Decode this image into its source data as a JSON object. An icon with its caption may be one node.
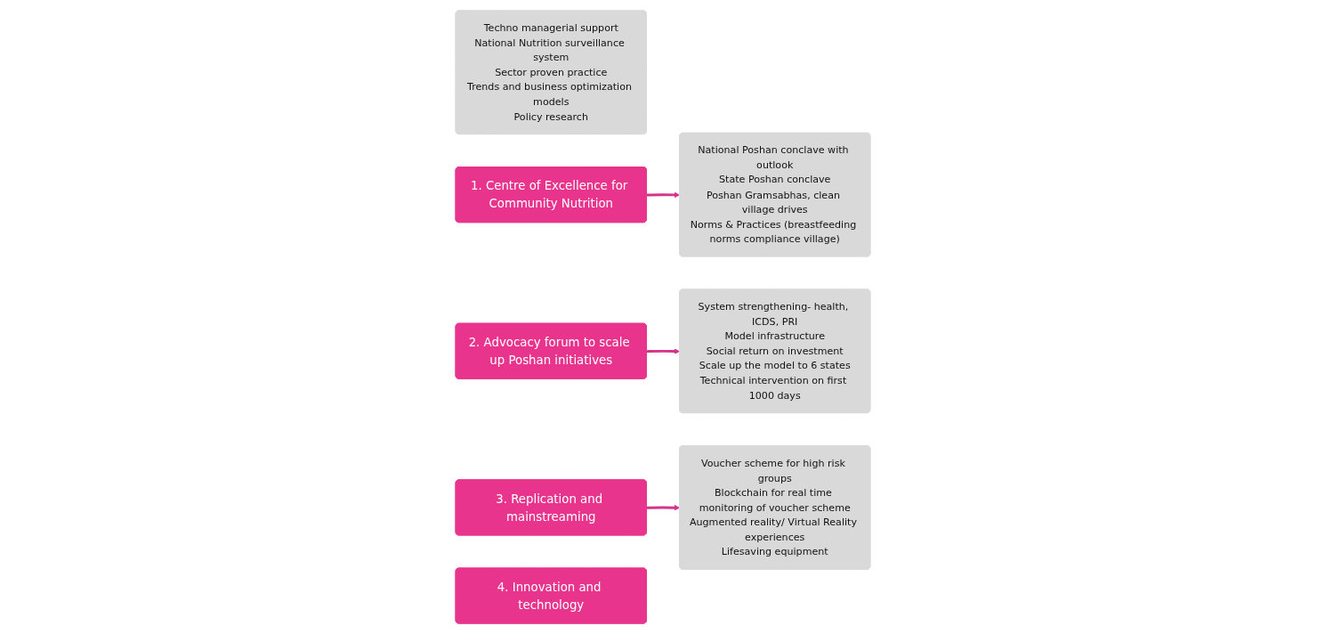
{
  "diagram": {
    "nodes": [
      {
        "text": [
          "Techno managerial support",
          "National Nutrition surveillance system",
          "Sector proven practice",
          "Trends and business optimization models",
          "Policy research"
        ]
      },
      {
        "text": [
          "1. Centre of Excellence for Community Nutrition"
        ]
      },
      {
        "text": [
          "2. Advocacy forum to scale up Poshan initiatives"
        ]
      },
      {
        "text": [
          "National Poshan conclave with outlook",
          "State Poshan conclave",
          "Poshan Gramsabhas, clean village drives",
          "Norms & Practices (breastfeeding norms compliance village)"
        ]
      },
      {
        "text": [
          "System strengthening- health, ICDS, PRI",
          "Model infrastructure",
          "Social return on investment",
          "Scale up the model to 6 states",
          "Technical intervention on first 1000 days"
        ]
      },
      {
        "text": [
          "3. Replication and mainstreaming"
        ]
      },
      {
        "text": [
          "4. Innovation and technology"
        ]
      },
      {
        "text": [
          "Voucher scheme for high risk groups",
          "Blockchain for real time monitoring of voucher scheme",
          "Augmented reality/ Virtual Reality experiences",
          "Lifesaving equipment"
        ]
      }
    ],
    "edges": [
      {
        "from": 1,
        "to": 3,
        "arrow": "to"
      },
      {
        "from": 2,
        "to": 4,
        "arrow": "to"
      },
      {
        "from": 5,
        "to": 7,
        "arrow": "to"
      }
    ]
  }
}
